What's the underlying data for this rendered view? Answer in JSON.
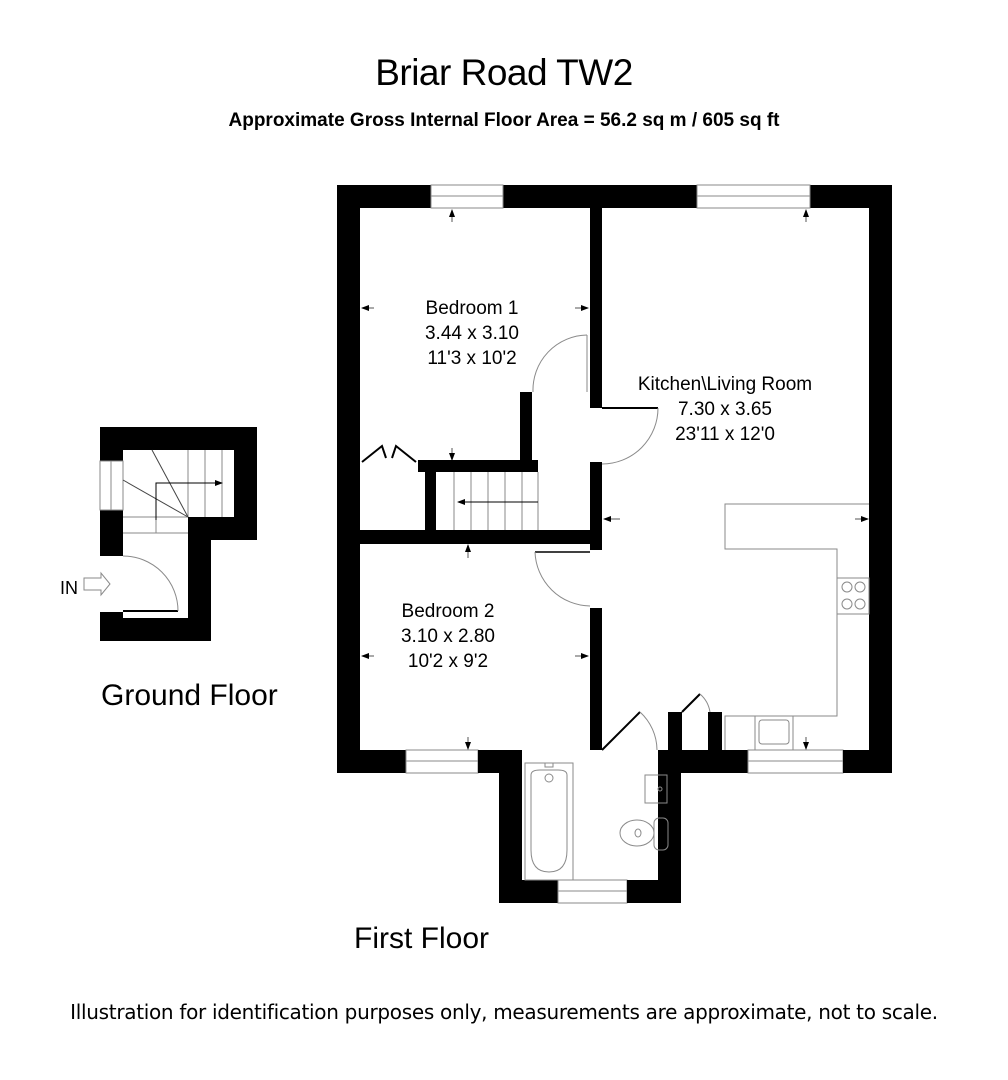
{
  "header": {
    "title": "Briar Road TW2",
    "subtitle": "Approximate Gross Internal Floor Area  = 56.2 sq m  / 605 sq ft"
  },
  "floors": {
    "ground": {
      "label": "Ground Floor",
      "entrance_label": "IN"
    },
    "first": {
      "label": "First Floor"
    }
  },
  "rooms": [
    {
      "name": "Bedroom 1",
      "metric": "3.44 x 3.10",
      "imperial": "11'3 x 10'2"
    },
    {
      "name": "Kitchen\\Living Room",
      "metric": "7.30 x 3.65",
      "imperial": "23'11 x 12'0"
    },
    {
      "name": "Bedroom 2",
      "metric": "3.10 x 2.80",
      "imperial": "10'2 x 9'2"
    }
  ],
  "footer": {
    "disclaimer": "Illustration for identification purposes only, measurements are approximate, not to scale."
  },
  "colors": {
    "wall": "#000000",
    "fixture_line": "#8a8a8a",
    "background": "#ffffff"
  }
}
